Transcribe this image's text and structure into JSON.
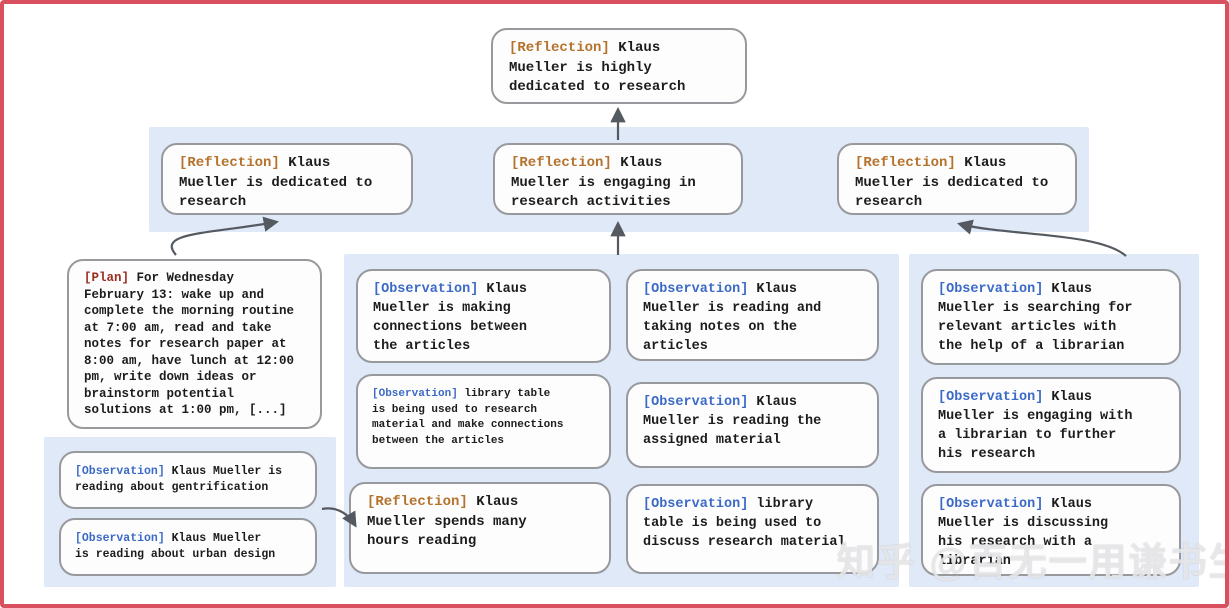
{
  "colors": {
    "frame_border": "#d9505e",
    "band_background": "#dfe9f8",
    "node_border": "#98999c",
    "node_background": "#fdfdfe",
    "reflection_tag": "#b5722b",
    "observation_tag": "#3b6ac6",
    "plan_tag": "#9b2d20",
    "arrow": "#555a60",
    "text": "#1c1c1c"
  },
  "watermark": {
    "text": "知乎 @百无一用谦书生"
  },
  "nodes": {
    "root": {
      "tag": "[Reflection]",
      "text": " Klaus\nMueller is highly\ndedicated to research"
    },
    "reflection_row": [
      {
        "tag": "[Reflection]",
        "text": " Klaus\nMueller is dedicated to\nresearch"
      },
      {
        "tag": "[Reflection]",
        "text": " Klaus\nMueller is engaging in\nresearch activities"
      },
      {
        "tag": "[Reflection]",
        "text": " Klaus\nMueller is dedicated to\nresearch"
      }
    ],
    "plan": {
      "tag": "[Plan]",
      "text": " For Wednesday\nFebruary 13: wake up and\ncomplete the morning routine\nat 7:00 am, read and take\nnotes for research paper at\n8:00 am, have lunch at 12:00\npm, write down ideas or\nbrainstorm potential\nsolutions at 1:00 pm, [...]"
    },
    "left_observations": [
      {
        "tag": "[Observation]",
        "text": " Klaus Mueller is\nreading about gentrification"
      },
      {
        "tag": "[Observation]",
        "text": " Klaus Mueller\nis reading about urban design"
      }
    ],
    "middle_left_column": [
      {
        "tag": "[Observation]",
        "text": " Klaus\nMueller is making\nconnections between\nthe articles"
      },
      {
        "tag": "[Observation]",
        "text": " library table\nis being used to research\nmaterial and make connections\nbetween the articles"
      },
      {
        "tag": "[Reflection]",
        "text": " Klaus\nMueller spends many\nhours reading"
      }
    ],
    "middle_right_column": [
      {
        "tag": "[Observation]",
        "text": " Klaus\nMueller is reading and\ntaking notes on the\narticles"
      },
      {
        "tag": "[Observation]",
        "text": " Klaus\nMueller is reading the\nassigned material"
      },
      {
        "tag": "[Observation]",
        "text": " library\ntable is being used to\ndiscuss research material"
      }
    ],
    "right_column": [
      {
        "tag": "[Observation]",
        "text": " Klaus\nMueller is searching for\nrelevant articles with\nthe help of a librarian"
      },
      {
        "tag": "[Observation]",
        "text": " Klaus\nMueller is engaging with\na librarian to further\nhis research"
      },
      {
        "tag": "[Observation]",
        "text": " Klaus\nMueller is discussing\nhis research with a\nlibrarian"
      }
    ]
  }
}
